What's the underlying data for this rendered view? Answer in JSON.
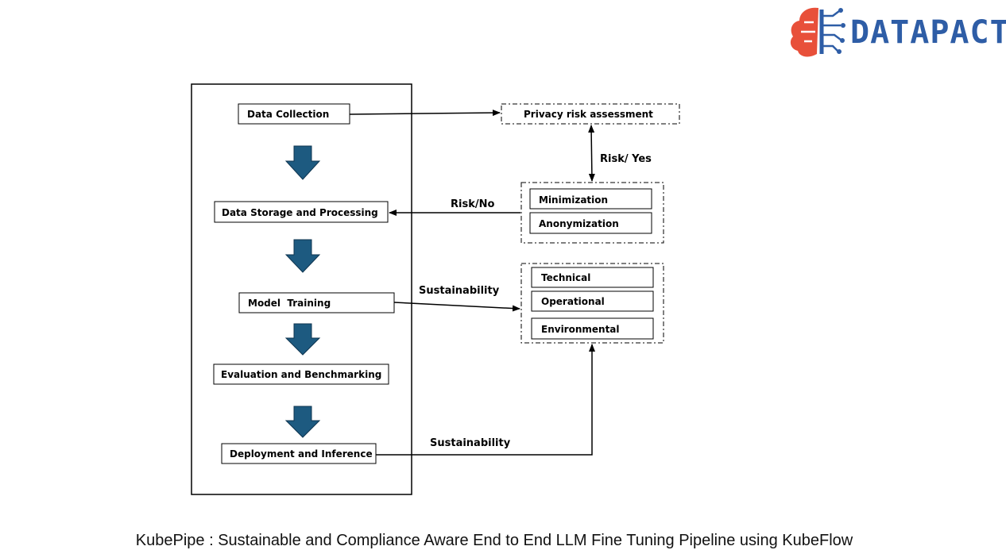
{
  "brand": {
    "name": "DATAPACT",
    "color": "#2E5DA6",
    "accent": "#E8503A",
    "icon": "brain-circuit-icon"
  },
  "pipeline": {
    "stages": [
      "Data Collection",
      "Data Storage and Processing",
      "Model  Training",
      "Evaluation and Benchmarking",
      "Deployment and Inference"
    ],
    "arrow_color": "#1D5A80"
  },
  "privacy": {
    "assessment": "Privacy risk assessment",
    "measures": [
      "Minimization",
      "Anonymization"
    ]
  },
  "sustainability": {
    "dimensions": [
      "Technical",
      "Operational",
      "Environmental"
    ]
  },
  "edges": {
    "risk_yes": "Risk/ Yes",
    "risk_no": "Risk/No",
    "sustainability_training": "Sustainability",
    "sustainability_deployment": "Sustainability"
  },
  "caption": "KubePipe : Sustainable and Compliance Aware End to End LLM Fine Tuning Pipeline using KubeFlow"
}
